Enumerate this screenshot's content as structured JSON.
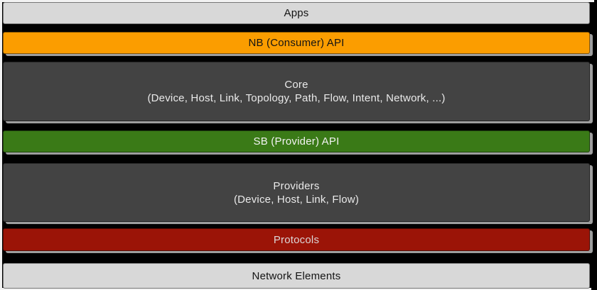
{
  "diagram": {
    "colors": {
      "background": "#010101",
      "frame": "#f2f2f2",
      "shadow": "#9e9e9e"
    },
    "layers": [
      {
        "name": "apps",
        "label": "Apps",
        "sublabel": "",
        "bg": "#d8d8d8",
        "fg": "#141414"
      },
      {
        "name": "nb-api",
        "label": "NB (Consumer) API",
        "sublabel": "",
        "bg": "#fb9d00",
        "fg": "#141414"
      },
      {
        "name": "core",
        "label": "Core",
        "sublabel": "(Device, Host, Link, Topology, Path, Flow, Intent, Network, ...)",
        "bg": "#434343",
        "fg": "#eaeaea"
      },
      {
        "name": "sb-api",
        "label": "SB (Provider) API",
        "sublabel": "",
        "bg": "#3a7a17",
        "fg": "#f2f2f2"
      },
      {
        "name": "providers",
        "label": "Providers",
        "sublabel": "(Device, Host, Link, Flow)",
        "bg": "#434343",
        "fg": "#eaeaea"
      },
      {
        "name": "protocols",
        "label": "Protocols",
        "sublabel": "",
        "bg": "#9b1407",
        "fg": "#dcd6d6"
      },
      {
        "name": "network-elements",
        "label": "Network Elements",
        "sublabel": "",
        "bg": "#d8d8d8",
        "fg": "#141414"
      }
    ]
  }
}
